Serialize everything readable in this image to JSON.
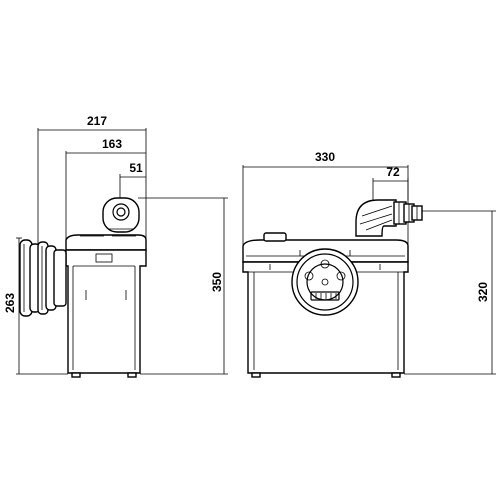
{
  "dimensions": {
    "side_depth_total": "217",
    "side_depth_body": "163",
    "side_outlet_offset": "51",
    "side_inlet_height": "263",
    "side_total_height": "350",
    "front_width": "330",
    "front_outlet_offset": "72",
    "front_outlet_height": "320"
  }
}
